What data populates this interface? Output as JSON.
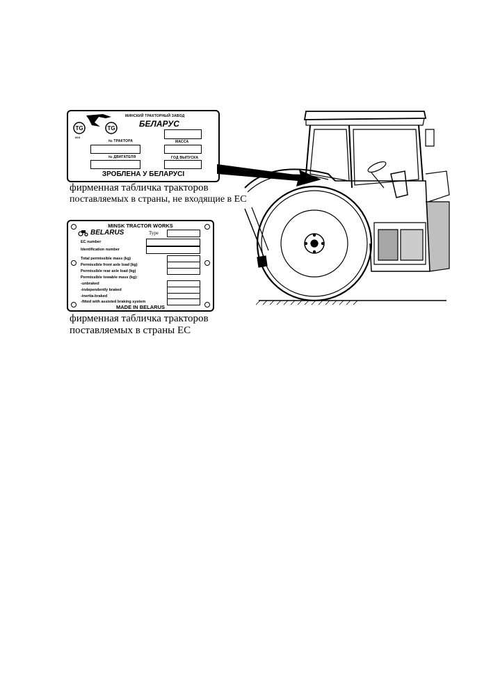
{
  "plate_cis": {
    "maker": "МИНСКИЙ ТРАКТОРНЫЙ ЗАВОД",
    "brand": "БЕЛАРУС",
    "cert_mark": "TG",
    "cert_code": "003",
    "tractor_no_label": "№ ТРАКТОРА",
    "mass_label": "МАССА",
    "engine_no_label": "№ ДВИГАТЕЛЯ",
    "year_label": "ГОД ВЫПУСКА",
    "footer": "ЗРОБЛЕНА У БЕЛАРУСI"
  },
  "caption_cis": {
    "line1": "фирменная табличка тракторов",
    "line2": "поставляемых в страны, не входящие в ЕС"
  },
  "plate_eu": {
    "maker": "MINSK TRACTOR WORKS",
    "brand": "BELARUS",
    "type_label": "Type",
    "ec_number": "EC number",
    "identification_number": "Identification number",
    "total_mass": "Total permissible mass (kg)",
    "front_axle": "Permissible front axle load (kg)",
    "rear_axle": "Permissible rear axle load (kg)",
    "towable_mass": "Permissible towable mass (kg):",
    "unbraked": "-unbraked",
    "independently_braked": "-independently braked",
    "inertia_braked": "-inertia-braked",
    "assisted_braking": "-fitted with assisted braking system",
    "footer": "MADE IN BELARUS"
  },
  "caption_eu": {
    "line1": "фирменная табличка тракторов",
    "line2": "поставляемых в страны ЕС"
  },
  "colors": {
    "ink": "#000000",
    "paper": "#ffffff"
  }
}
